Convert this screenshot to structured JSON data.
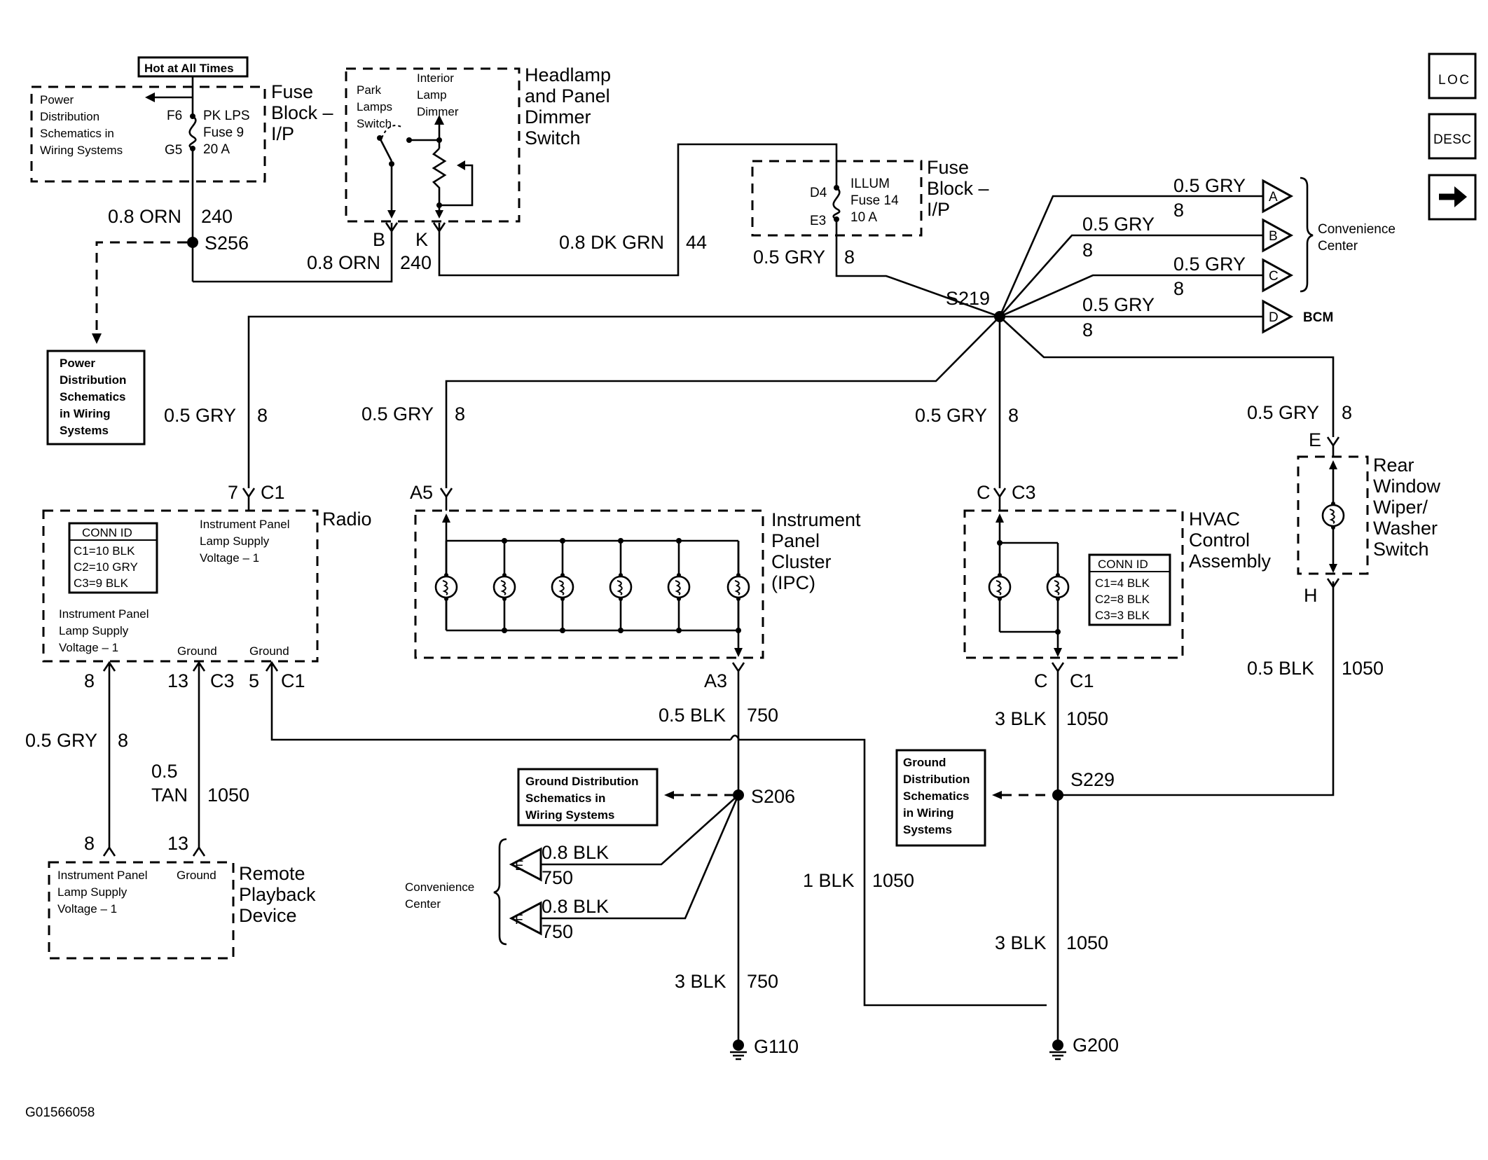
{
  "figure_id": "G01566058",
  "nav": {
    "loc_label": "LOC",
    "desc_label": "DESC",
    "next_arrow_icon": "right-arrow-icon"
  },
  "top_left": {
    "hot_label": "Hot at All Times",
    "power_dist_lines": [
      "Power",
      "Distribution",
      "Schematics in",
      "Wiring Systems"
    ],
    "fuse_block_lines": [
      "Fuse",
      "Block –",
      "I/P"
    ],
    "fuse_f6": "F6",
    "fuse_g5": "G5",
    "fuse_name_lines": [
      "PK LPS",
      "Fuse 9",
      "20 A"
    ],
    "wire_orn_top": "0.8 ORN",
    "circ_240_top": "240",
    "splice_s256": "S256",
    "wire_orn_bottom": "0.8 ORN",
    "circ_240_bottom": "240",
    "power_dist2_lines": [
      "Power",
      "Distribution",
      "Schematics",
      "in Wiring",
      "Systems"
    ]
  },
  "headlamp_switch": {
    "title_lines": [
      "Headlamp",
      "and Panel",
      "Dimmer",
      "Switch"
    ],
    "park_lines": [
      "Park",
      "Lamps",
      "Switch"
    ],
    "interior_lines": [
      "Interior",
      "Lamp",
      "Dimmer"
    ],
    "pin_b": "B",
    "pin_k": "K"
  },
  "dk_grn": {
    "wire": "0.8 DK GRN",
    "circuit": "44"
  },
  "illum_fuse": {
    "block_lines": [
      "Fuse",
      "Block –",
      "I/P"
    ],
    "d4": "D4",
    "e3": "E3",
    "name_lines": [
      "ILLUM",
      "Fuse 14",
      "10 A"
    ],
    "wire": "0.5 GRY",
    "circuit": "8"
  },
  "s219": {
    "splice": "S219",
    "branches": [
      {
        "wire": "0.5 GRY",
        "circuit": "8",
        "pin": "A"
      },
      {
        "wire": "0.5 GRY",
        "circuit": "8",
        "pin": "B"
      },
      {
        "wire": "0.5 GRY",
        "circuit": "8",
        "pin": "C"
      },
      {
        "wire": "0.5 GRY",
        "circuit": "8",
        "pin": "D"
      }
    ],
    "conv_center_lines": [
      "Convenience",
      "Center"
    ],
    "bcm": "BCM"
  },
  "drops": [
    {
      "wire": "0.5 GRY",
      "circuit": "8"
    },
    {
      "wire": "0.5 GRY",
      "circuit": "8"
    },
    {
      "wire": "0.5 GRY",
      "circuit": "8"
    },
    {
      "wire": "0.5 GRY",
      "circuit": "8"
    }
  ],
  "radio": {
    "title": "Radio",
    "pin_top": "7",
    "conn_top": "C1",
    "supply_top_lines": [
      "Instrument Panel",
      "Lamp Supply",
      "Voltage – 1"
    ],
    "connid_title": "CONN ID",
    "connid_rows": [
      "C1=10 BLK",
      "C2=10 GRY",
      "C3=9 BLK"
    ],
    "supply_left_lines": [
      "Instrument Panel",
      "Lamp Supply",
      "Voltage – 1"
    ],
    "ground1": "Ground",
    "ground2": "Ground",
    "pin_8": "8",
    "pin_13": "13",
    "conn_c3": "C3",
    "pin_5": "5",
    "conn_c1": "C1"
  },
  "remote": {
    "wire_gry": "0.5 GRY",
    "circ_8": "8",
    "wire_tan_a": "0.5",
    "wire_tan_b": "TAN",
    "circ_1050": "1050",
    "pin_8": "8",
    "pin_13": "13",
    "supply_lines": [
      "Instrument Panel",
      "Lamp Supply",
      "Voltage – 1"
    ],
    "ground": "Ground",
    "title_lines": [
      "Remote",
      "Playback",
      "Device"
    ]
  },
  "ipc": {
    "pin_a5": "A5",
    "pin_a3": "A3",
    "title_lines": [
      "Instrument",
      "Panel",
      "Cluster",
      "(IPC)"
    ],
    "wire_blk": "0.5 BLK",
    "circ_750": "750"
  },
  "ground_s206": {
    "splice": "S206",
    "gd_lines": [
      "Ground Distribution",
      "Schematics in",
      "Wiring Systems"
    ],
    "conv_lines": [
      "Convenience",
      "Center"
    ],
    "pin_e": "E",
    "pin_f": "F",
    "wire_e": "0.8 BLK",
    "circ_e": "750",
    "wire_f": "0.8 BLK",
    "circ_f": "750",
    "wire_3blk": "3 BLK",
    "circ_3blk": "750",
    "ground": "G110",
    "wire_1blk": "1 BLK",
    "circ_1blk": "1050"
  },
  "hvac": {
    "pin_c": "C",
    "conn_c3": "C3",
    "title_lines": [
      "HVAC",
      "Control",
      "Assembly"
    ],
    "connid_title": "CONN ID",
    "connid_rows": [
      "C1=4 BLK",
      "C2=8 BLK",
      "C3=3 BLK"
    ],
    "pin_c_bottom": "C",
    "conn_c1": "C1",
    "wire_3blk": "3 BLK",
    "circ_1050": "1050"
  },
  "ground_s229": {
    "splice": "S229",
    "gd_lines": [
      "Ground",
      "Distribution",
      "Schematics",
      "in Wiring",
      "Systems"
    ],
    "wire_3blk": "3 BLK",
    "circ_1050": "1050",
    "ground": "G200"
  },
  "rear_wiper": {
    "pin_e": "E",
    "pin_h": "H",
    "title_lines": [
      "Rear",
      "Window",
      "Wiper/",
      "Washer",
      "Switch"
    ],
    "wire_blk": "0.5 BLK",
    "circ_1050": "1050"
  }
}
